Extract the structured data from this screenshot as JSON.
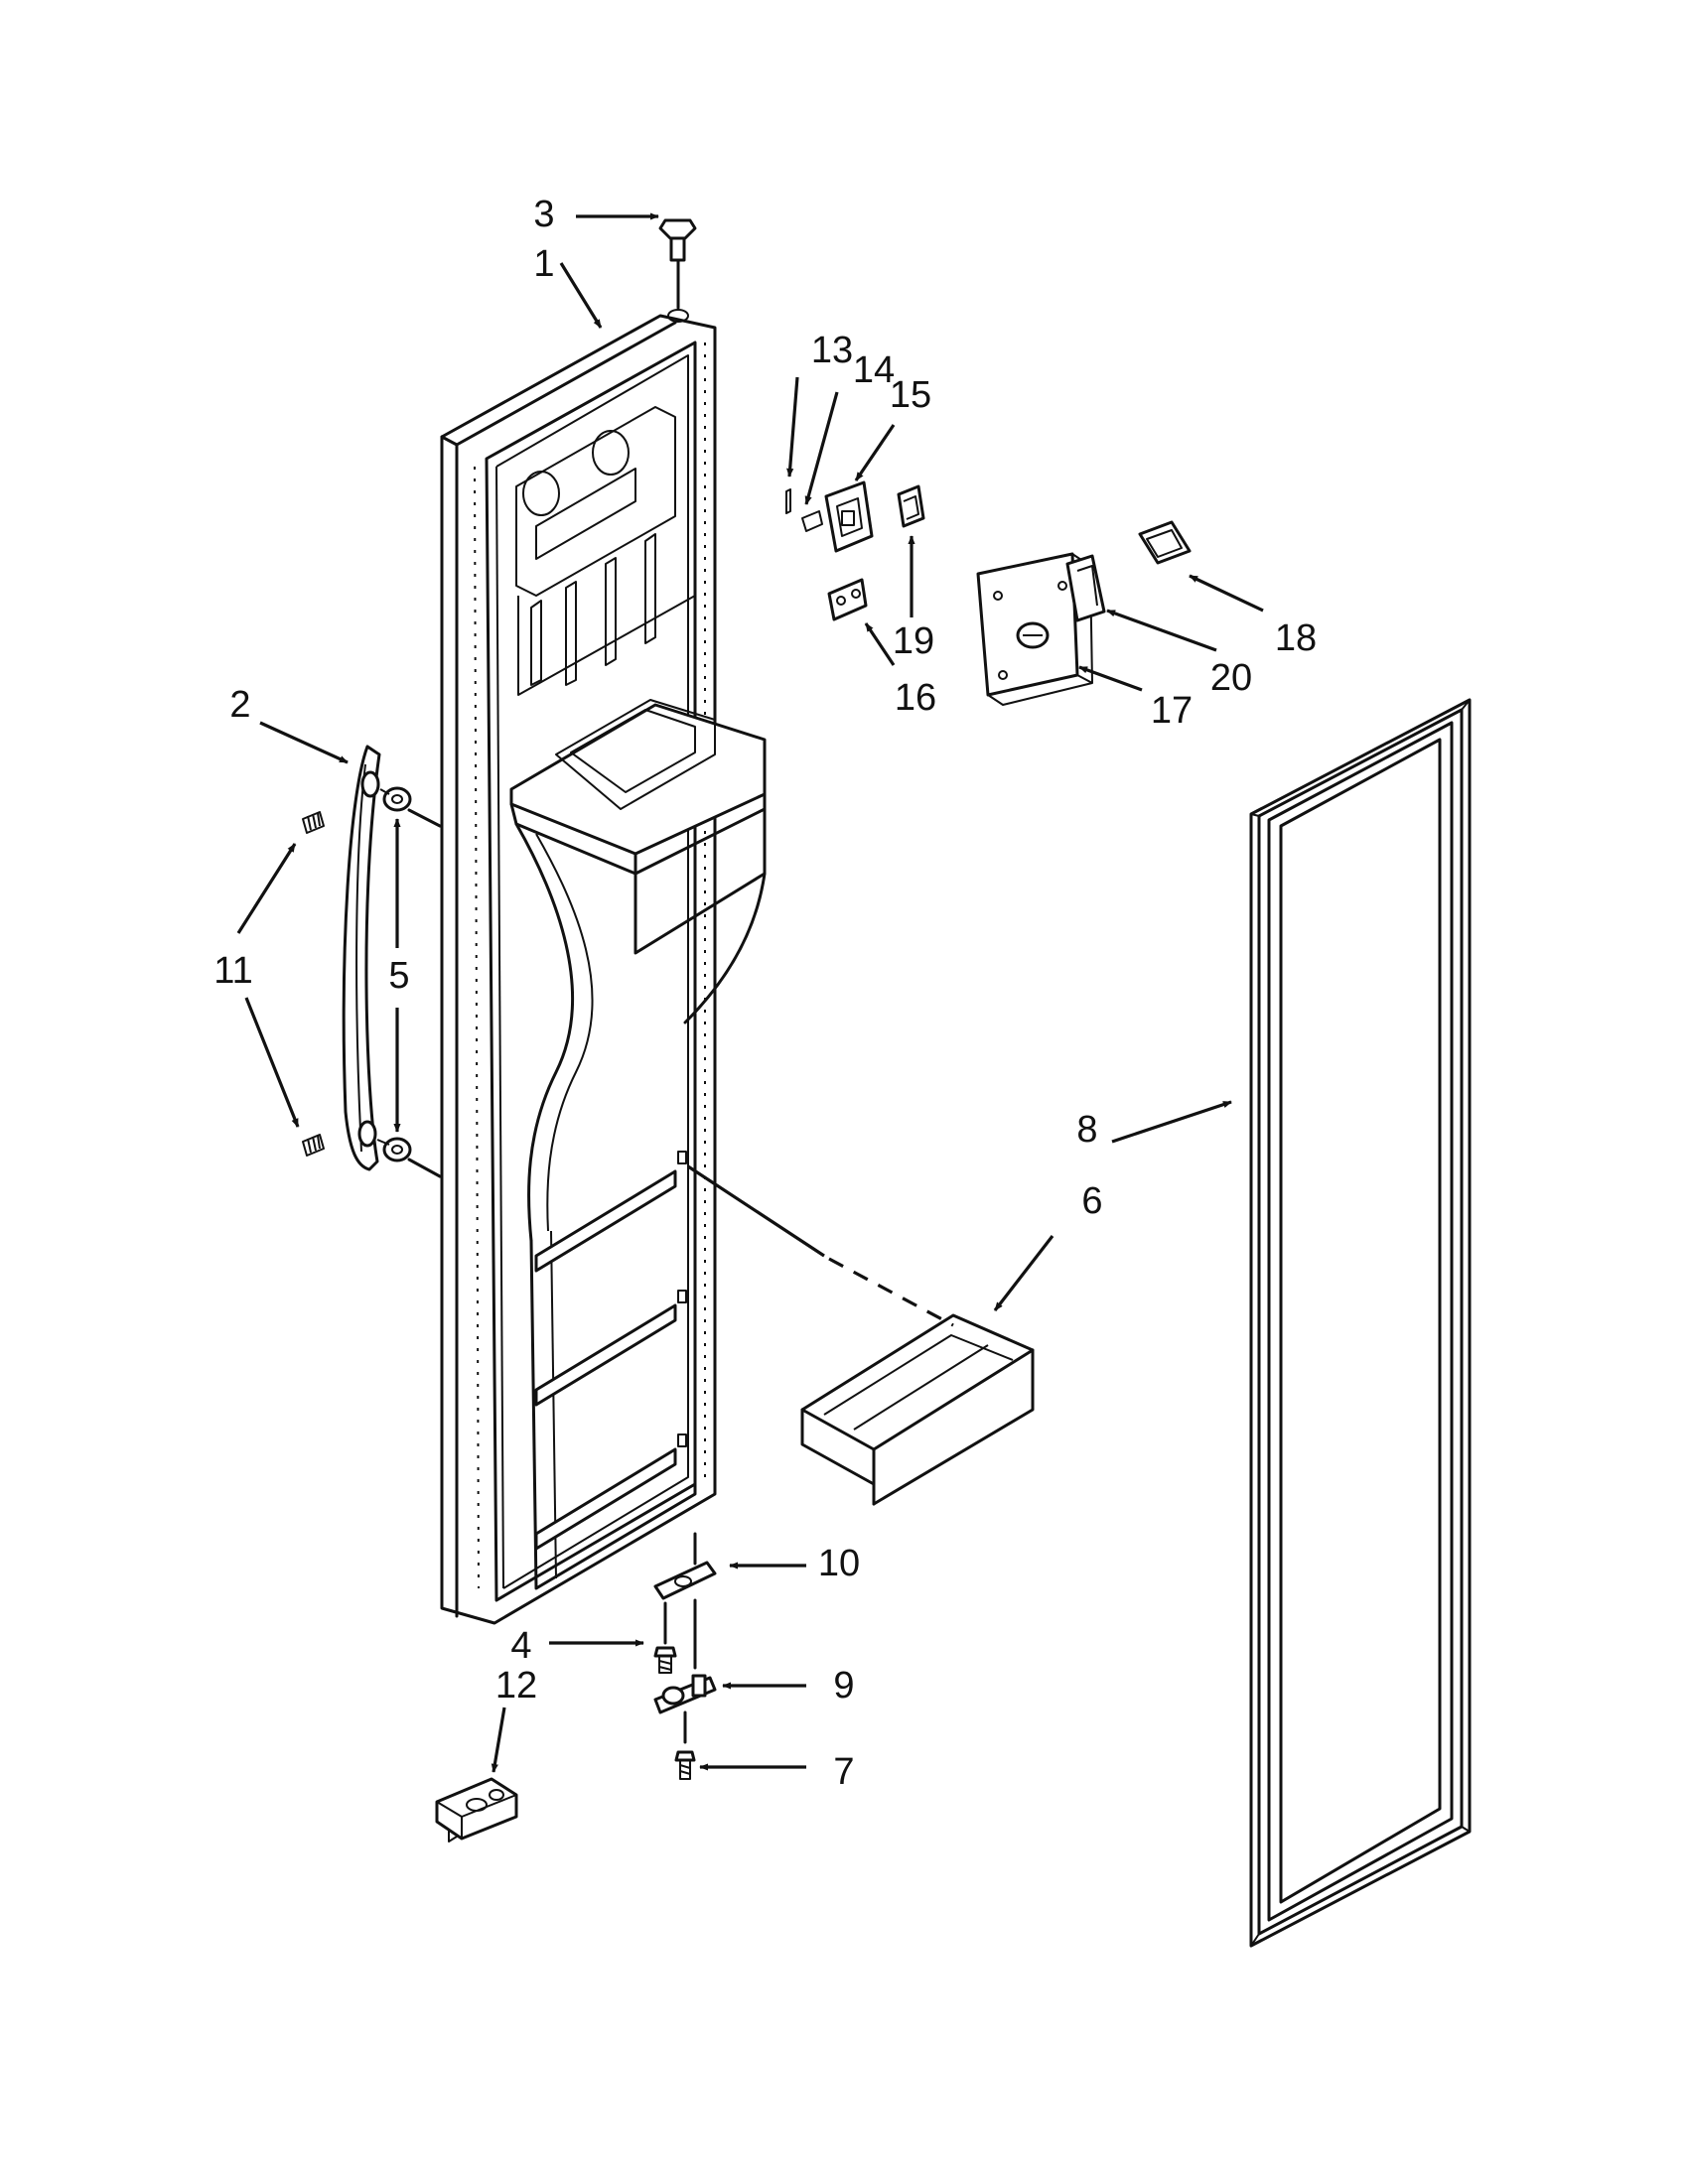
{
  "diagram": {
    "callouts": {
      "c1": "1",
      "c2": "2",
      "c3": "3",
      "c4": "4",
      "c5": "5",
      "c6": "6",
      "c7": "7",
      "c8": "8",
      "c9": "9",
      "c10": "10",
      "c11": "11",
      "c12": "12",
      "c13": "13",
      "c14": "14",
      "c15": "15",
      "c16": "16",
      "c17": "17",
      "c18": "18",
      "c19": "19",
      "c20": "20"
    }
  },
  "colors": {
    "line": "#111111",
    "background": "#ffffff"
  }
}
